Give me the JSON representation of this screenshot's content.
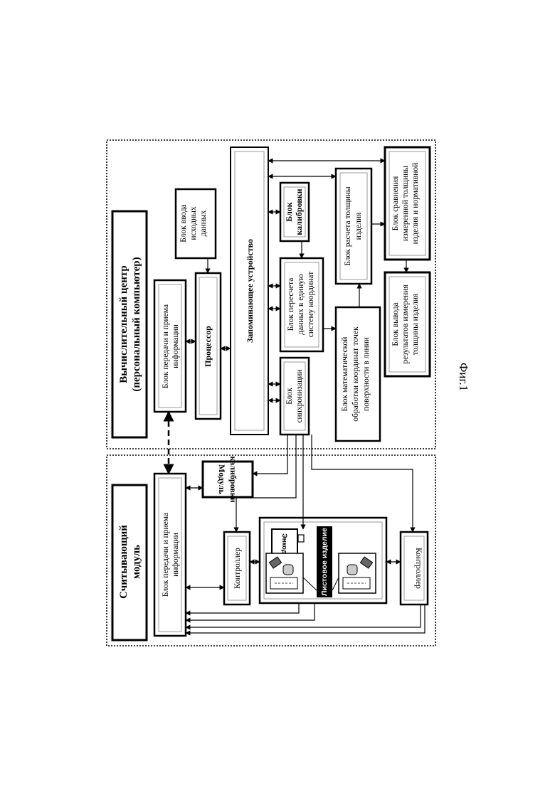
{
  "computing_center": {
    "title_line1": "Вычислительный центр",
    "title_line2": "(персональный компьютер)",
    "comm_block_line1": "Блок передачи и приема",
    "comm_block_line2": "информации",
    "processor": "Процессор",
    "input_block_line1": "Блок ввода",
    "input_block_line2": "исходных",
    "input_block_line3": "данных",
    "memory": "Запоминающее устройство",
    "calibration_block_line1": "Блок",
    "calibration_block_line2": "калибровки",
    "sync_block_line1": "Блок",
    "sync_block_line2": "синхронизации",
    "recalc_block_line1": "Блок пересчета",
    "recalc_block_line2": "данных в единую",
    "recalc_block_line3": "систему координат",
    "math_block_line1": "Блок математической",
    "math_block_line2": "обработки координат точек",
    "math_block_line3": "поверхности в линии",
    "thickness_block_line1": "Блок расчета толщины",
    "thickness_block_line2": "изделия",
    "compare_block_line1": "Блок сравнения",
    "compare_block_line2": "измеренной толщины",
    "compare_block_line3": "изделия и нормативной",
    "output_block_line1": "Блок вывода",
    "output_block_line2": "результатов измерения",
    "output_block_line3": "толщины изделия"
  },
  "reading_module": {
    "title_line1": "Считывающий",
    "title_line2": "модуль",
    "comm_block_line1": "Блок передачи и приема",
    "comm_block_line2": "информации",
    "calibration_module_line1": "Модуль",
    "calibration_module_line2": "калибровки",
    "controller_top": "Контроллер",
    "controller_bottom": "Контроллер",
    "encoder": "Энкодер",
    "sheet_product": "Листовое изделие"
  },
  "figure_caption": "Фиг.1"
}
